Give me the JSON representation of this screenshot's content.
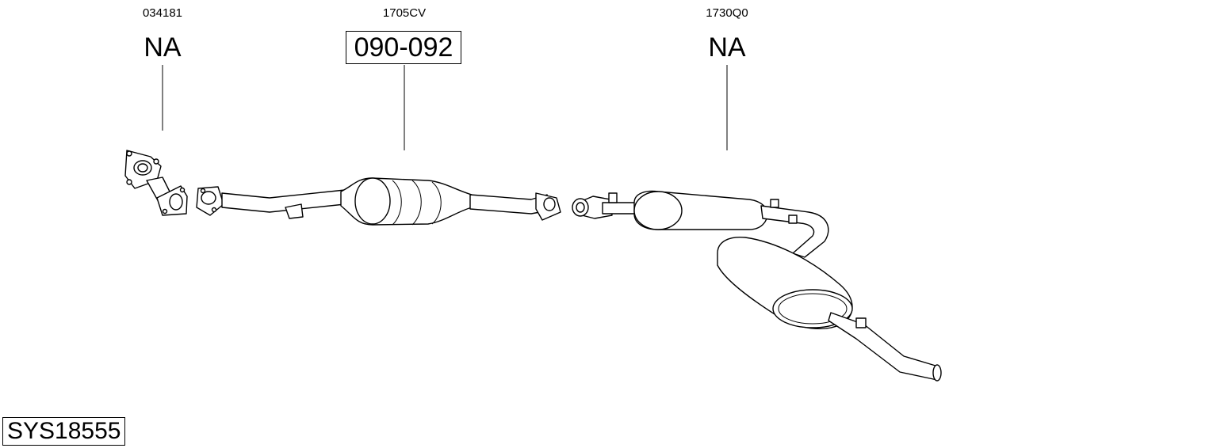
{
  "parts": [
    {
      "code": "034181",
      "label": "NA",
      "boxed": false
    },
    {
      "code": "1705CV",
      "label": "090-092",
      "boxed": true
    },
    {
      "code": "1730Q0",
      "label": "NA",
      "boxed": false
    }
  ],
  "system_id": "SYS18555"
}
